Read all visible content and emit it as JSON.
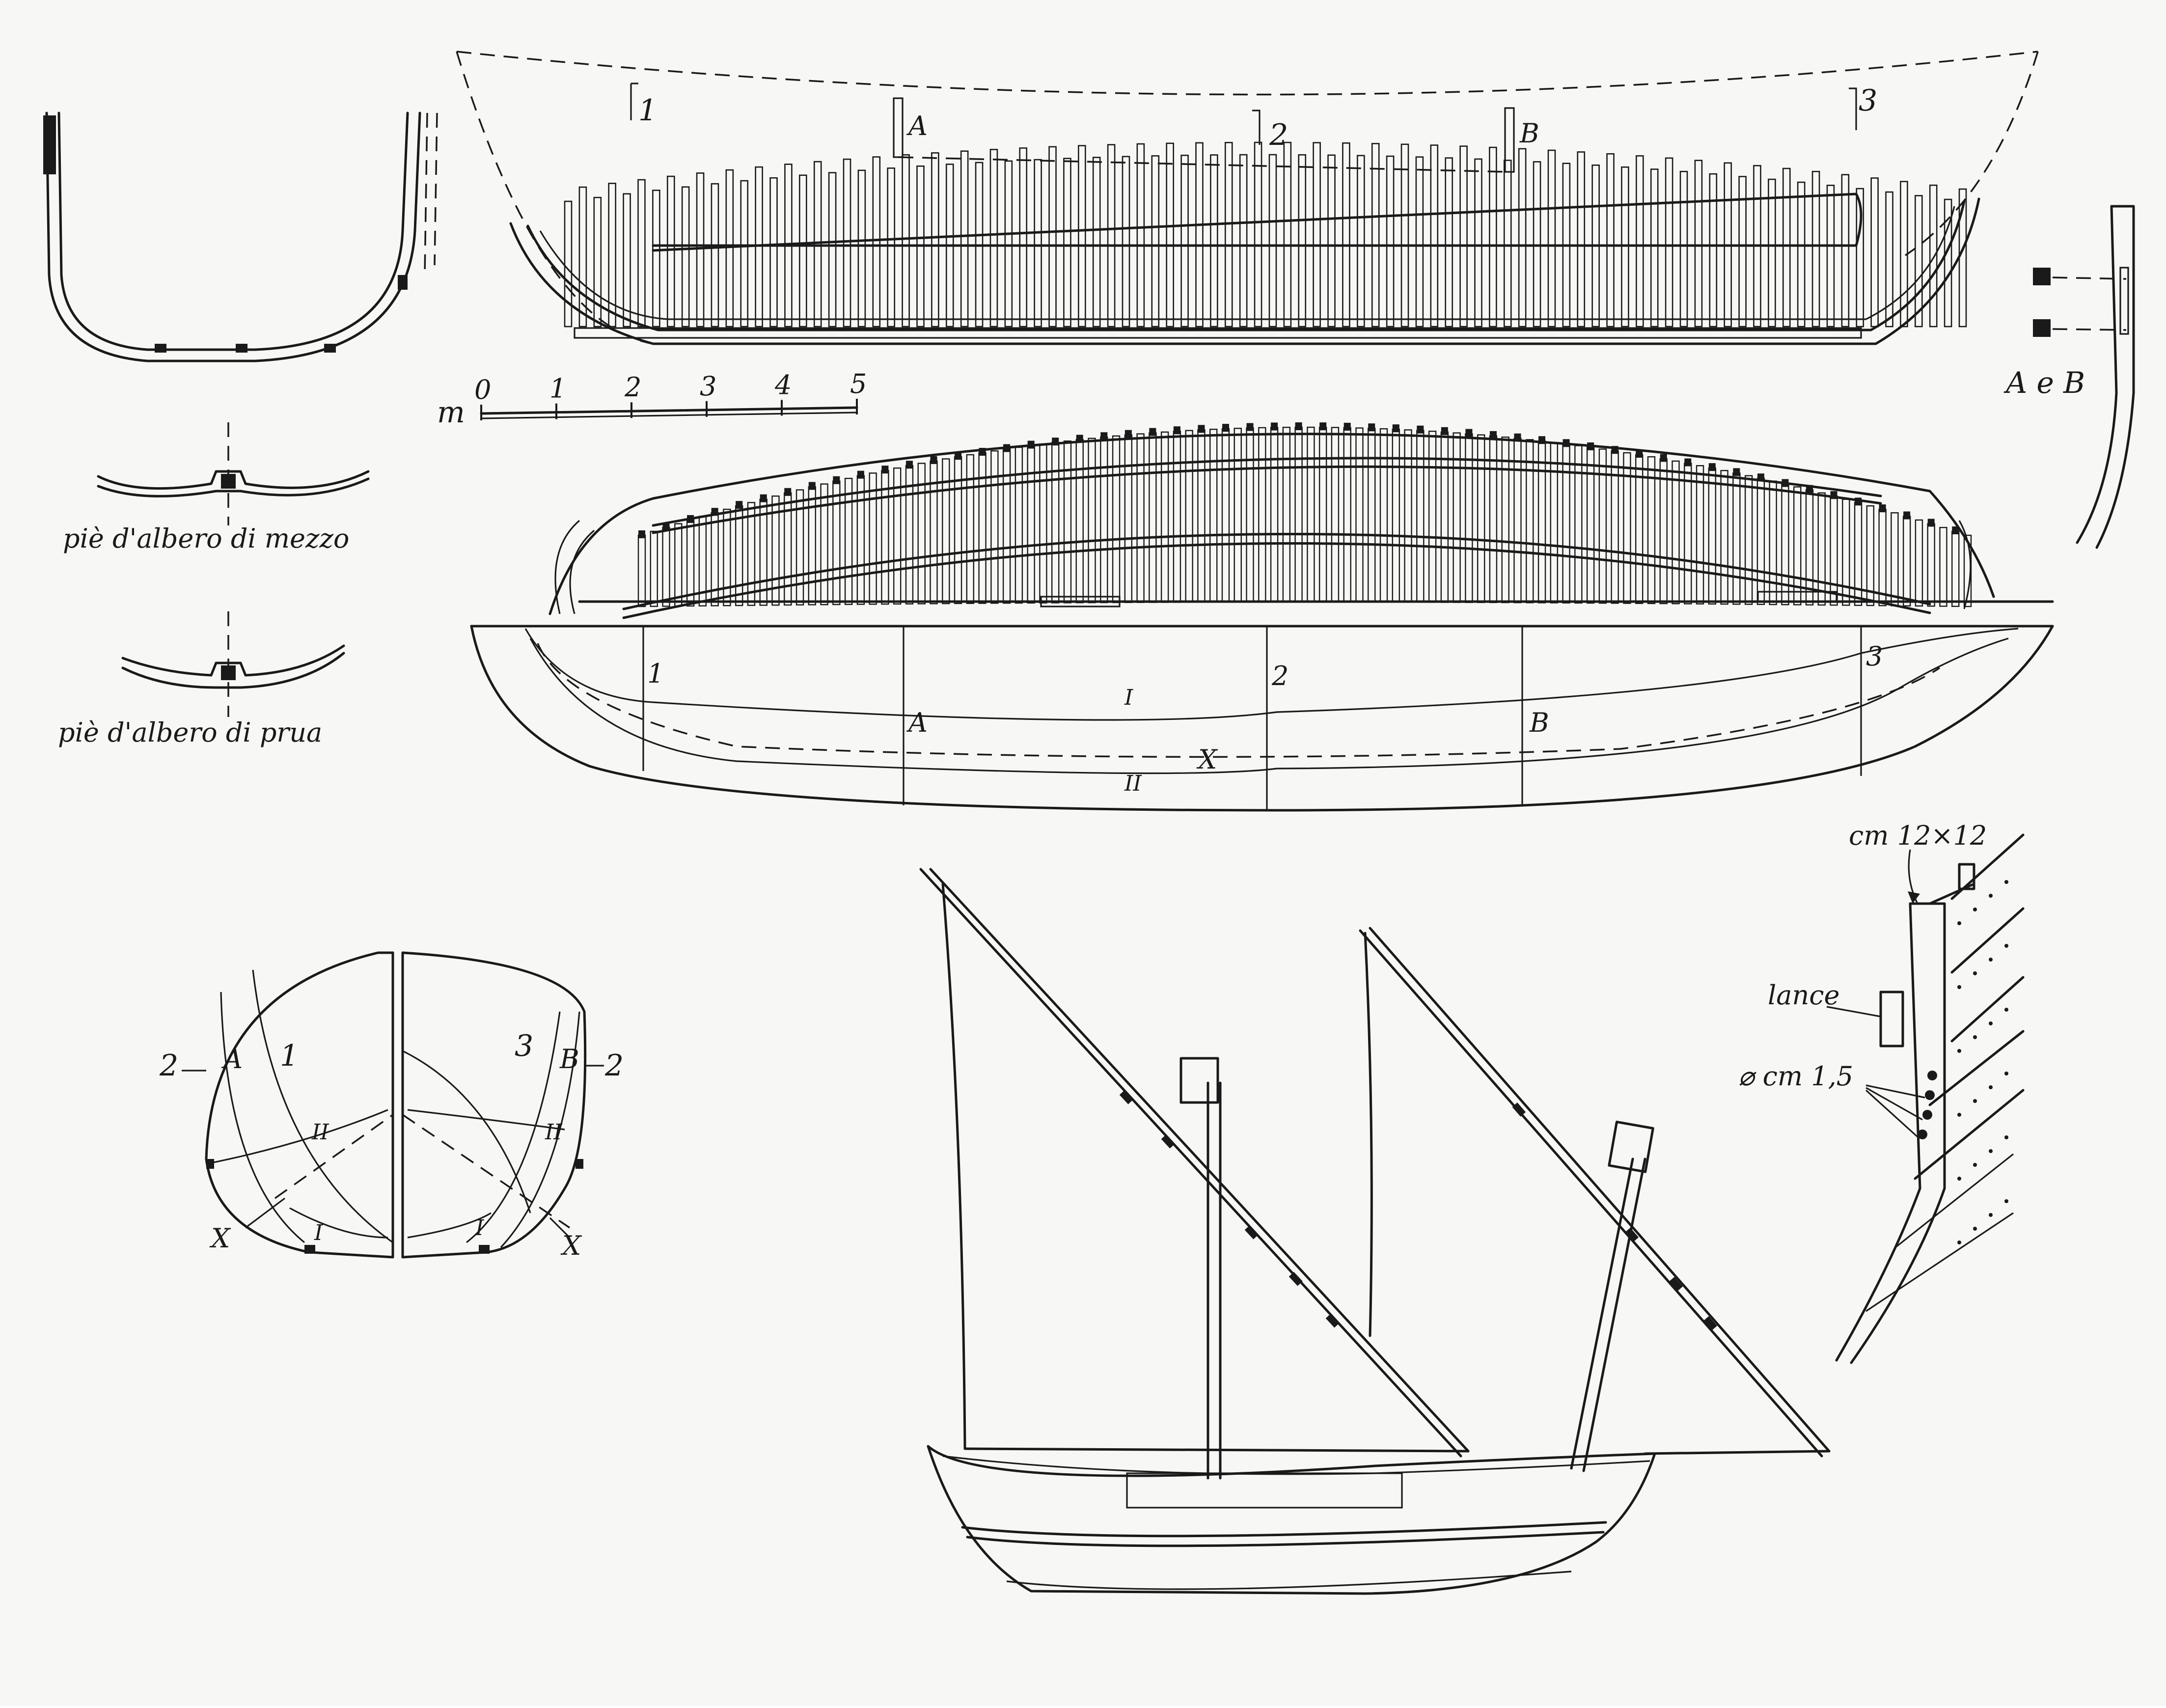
{
  "colors": {
    "ink": "#1a1a1a",
    "paper": "#f7f7f5"
  },
  "captions": {
    "mast_step_middle": "piè  d'albero di mezzo",
    "mast_step_bow": "piè  d'albero di prua",
    "frames_ab": "A e B",
    "scale_unit": "m",
    "scale_ticks": [
      "0",
      "1",
      "2",
      "3",
      "4",
      "5"
    ],
    "timber_size": "cm 12×12",
    "lance": "lance",
    "bolt_diameter": "⌀ cm 1,5"
  },
  "stations": {
    "s1": "1",
    "s2": "2",
    "s3": "3",
    "sA": "A",
    "sB": "B",
    "wI": "I",
    "wII": "II",
    "wX": "X"
  }
}
